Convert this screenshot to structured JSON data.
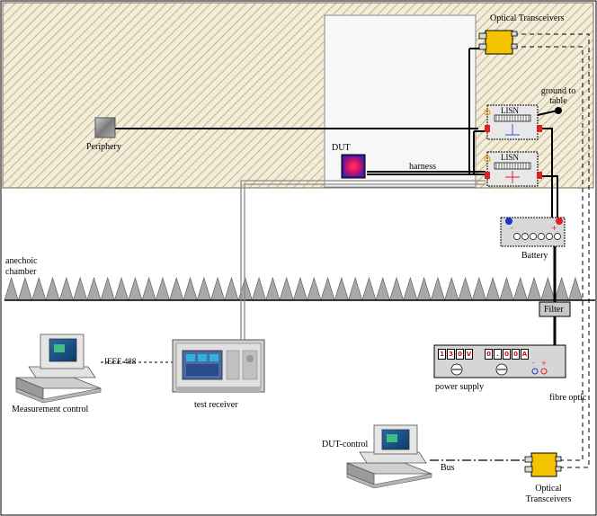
{
  "labels": {
    "optical_top": "Optical Transceivers",
    "ground_line1": "ground to",
    "ground_line2": "table",
    "lisn_top": "LISN",
    "lisn_bottom": "LISN",
    "periphery": "Periphery",
    "dut": "DUT",
    "harness": "harness",
    "battery": "Battery",
    "anechoic_line1": "anechoic",
    "anechoic_line2": "chamber",
    "filter": "Filter",
    "ieee": "IEEE 488",
    "power_supply": "power supply",
    "measurement_control": "Measurement control",
    "test_receiver": "test receiver",
    "fibre_optic": "fibre optic",
    "dut_control": "DUT-control",
    "bus": "Bus",
    "optical_bottom_line1": "Optical",
    "optical_bottom_line2": "Transceivers"
  },
  "power_supply_display": {
    "left": [
      "1",
      "3",
      "0",
      "V"
    ],
    "right": [
      "0",
      ".",
      "0",
      "0",
      "A"
    ]
  },
  "colors": {
    "table_hatch": "#c8b48a",
    "table_fill": "#f3eedb",
    "transceiver": "#f5c400",
    "dut_core": "#d4106a",
    "dut_frame": "#3a1a8a",
    "battery_plus": "#e02020",
    "battery_minus": "#2030d0",
    "filter_fill": "#c8c8c8"
  },
  "icons": [
    "computer-icon",
    "test-receiver-icon",
    "battery-icon",
    "lisn-icon",
    "transceiver-icon",
    "dut-icon",
    "periphery-icon"
  ]
}
